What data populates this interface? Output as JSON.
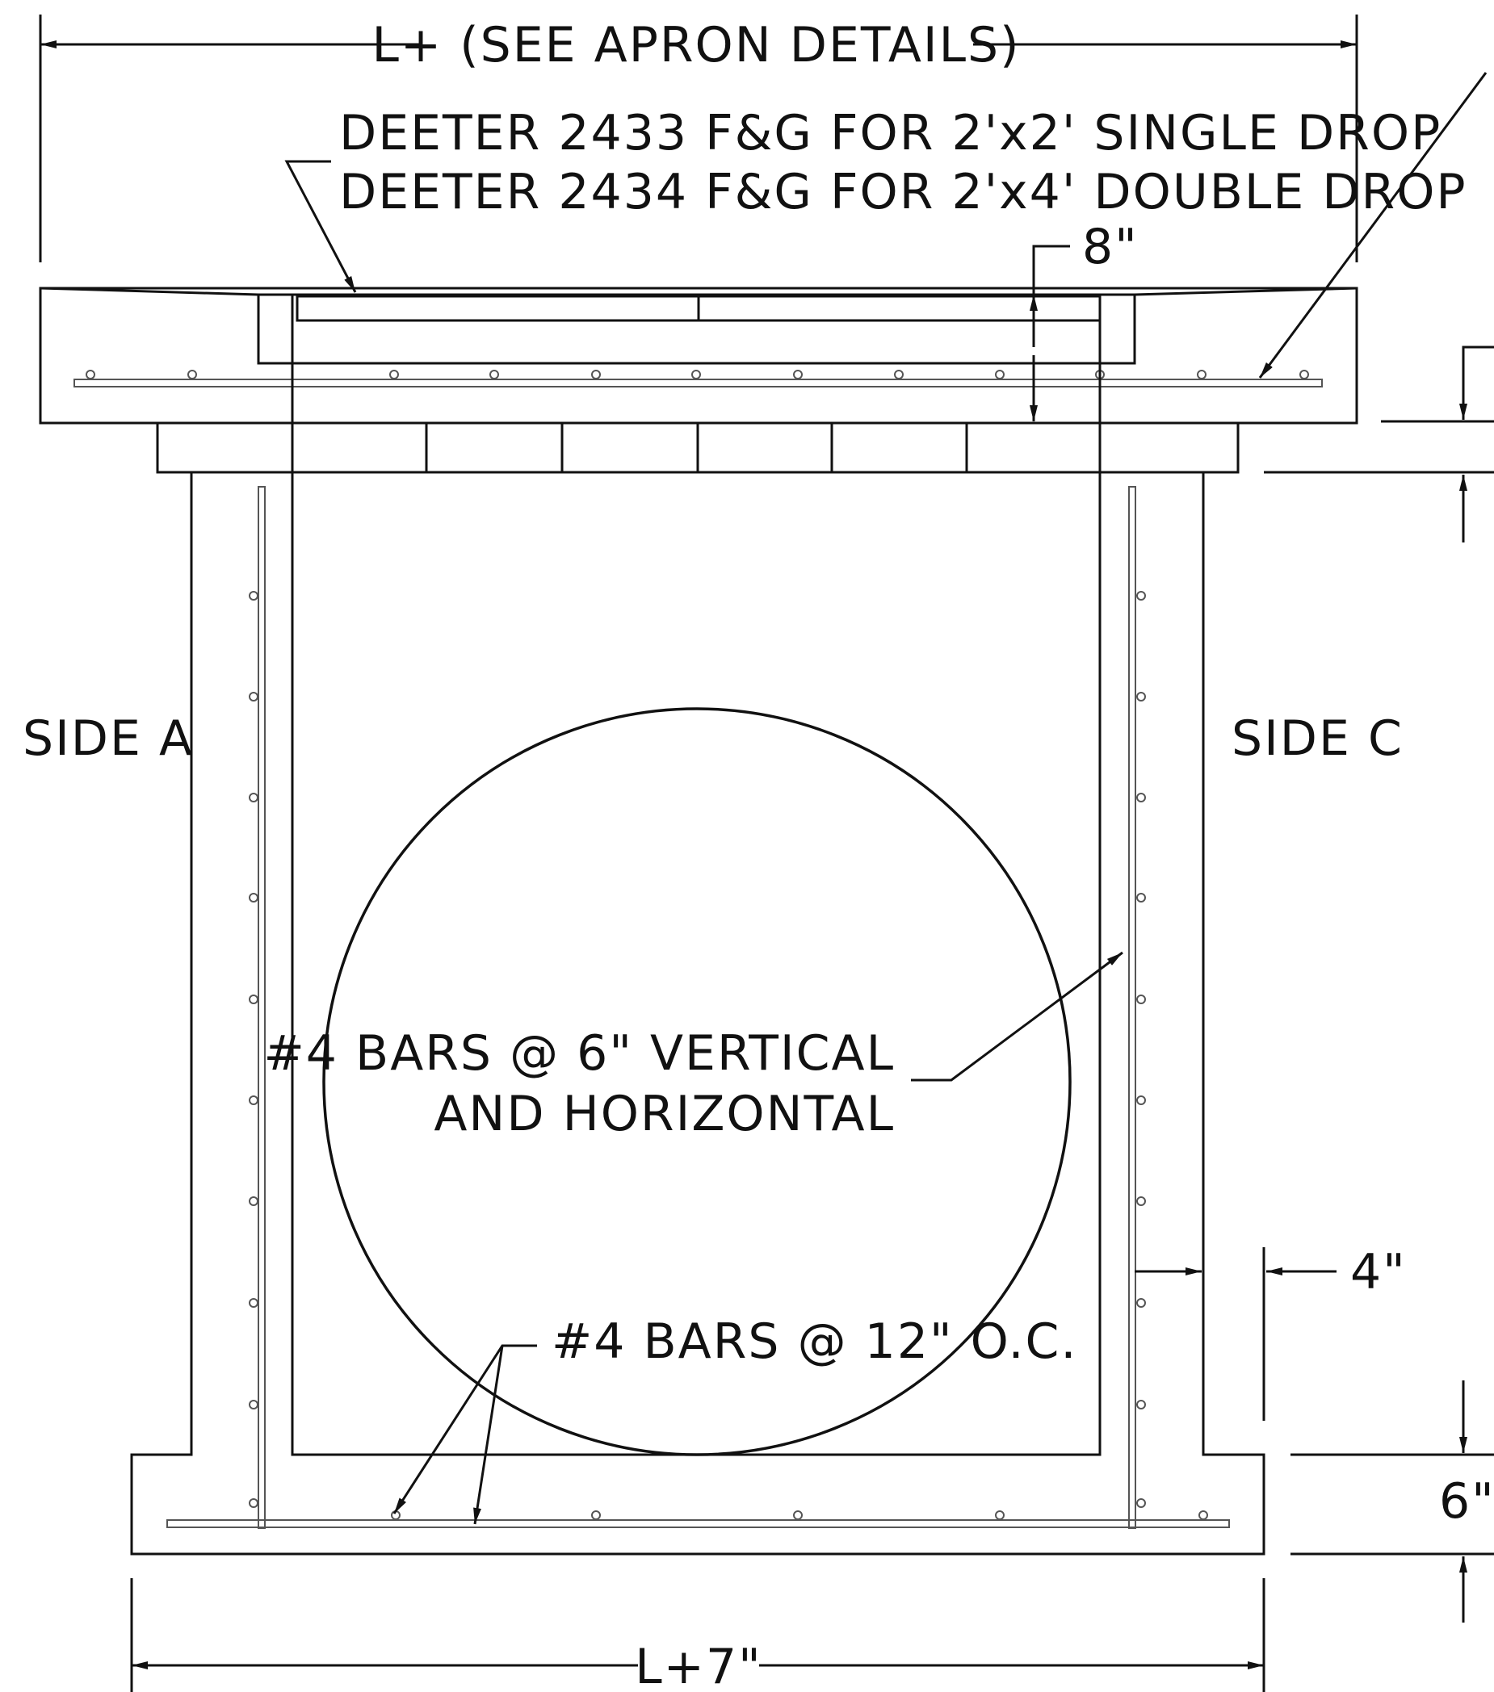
{
  "labels": {
    "top_dimension": "L+ (SEE APRON DETAILS)",
    "grate_line_1": "DEETER 2433 F&G FOR 2'x2' SINGLE DROP",
    "grate_line_2": "DEETER 2434 F&G FOR 2'x4' DOUBLE DROP",
    "top_slab_thickness": "8\"",
    "side_left": "SIDE A",
    "side_right": "SIDE C",
    "wall_bars_line_1": "#4 BARS @ 6\" VERTICAL",
    "wall_bars_line_2": "AND HORIZONTAL",
    "base_bars": "#4 BARS @ 12\" O.C.",
    "wall_thickness": "4\"",
    "base_thickness": "6\"",
    "bottom_dimension": "L+7\""
  },
  "colors": {
    "line": "#111111",
    "rebar": "#555555"
  }
}
